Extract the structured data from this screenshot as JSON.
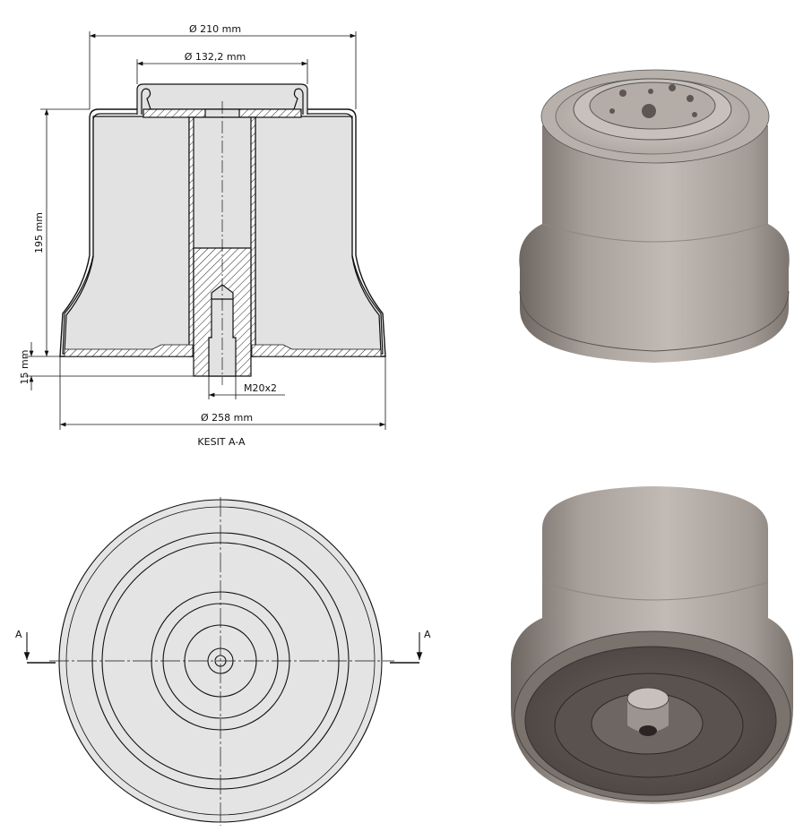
{
  "section_view": {
    "title": "KESIT A-A",
    "dim_top_diameter": "Ø 210 mm",
    "dim_lip_diameter": "Ø 132,2 mm",
    "dim_height": "195 mm",
    "dim_stud_height": "15 mm",
    "dim_thread": "M20x2",
    "dim_base_diameter": "Ø 258 mm"
  },
  "plan_view": {
    "section_mark_left": "A",
    "section_mark_right": "A"
  },
  "colors": {
    "line": "#111111",
    "section_fill": "#e2e2e2",
    "render_body": "#a49c96"
  }
}
